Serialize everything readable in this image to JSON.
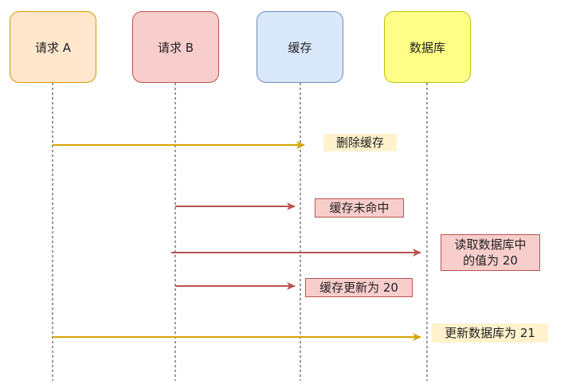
{
  "actors": [
    {
      "id": "a",
      "label": "请求 A"
    },
    {
      "id": "b",
      "label": "请求 B"
    },
    {
      "id": "cache",
      "label": "缓存"
    },
    {
      "id": "db",
      "label": "数据库"
    }
  ],
  "messages": [
    {
      "from": "请求 A",
      "to": "缓存",
      "label": "删除缓存"
    },
    {
      "from": "请求 B",
      "to": "缓存",
      "label": "缓存未命中"
    },
    {
      "from": "请求 B",
      "to": "数据库",
      "label_line1": "读取数据库中",
      "label_line2": "的值为 20"
    },
    {
      "from": "请求 B",
      "to": "缓存",
      "label": "缓存更新为 20"
    },
    {
      "from": "请求 A",
      "to": "数据库",
      "label": "更新数据库为 21"
    }
  ],
  "colors": {
    "actor_a_fill": "#ffe6cc",
    "actor_a_stroke": "#d79b00",
    "actor_b_fill": "#f8cecc",
    "actor_b_stroke": "#b85450",
    "cache_fill": "#dae8fc",
    "cache_stroke": "#6c8ebf",
    "db_fill": "#ffff88",
    "db_stroke": "#c0c000",
    "arrow_a": "#d4a300",
    "arrow_b": "#b85450"
  }
}
